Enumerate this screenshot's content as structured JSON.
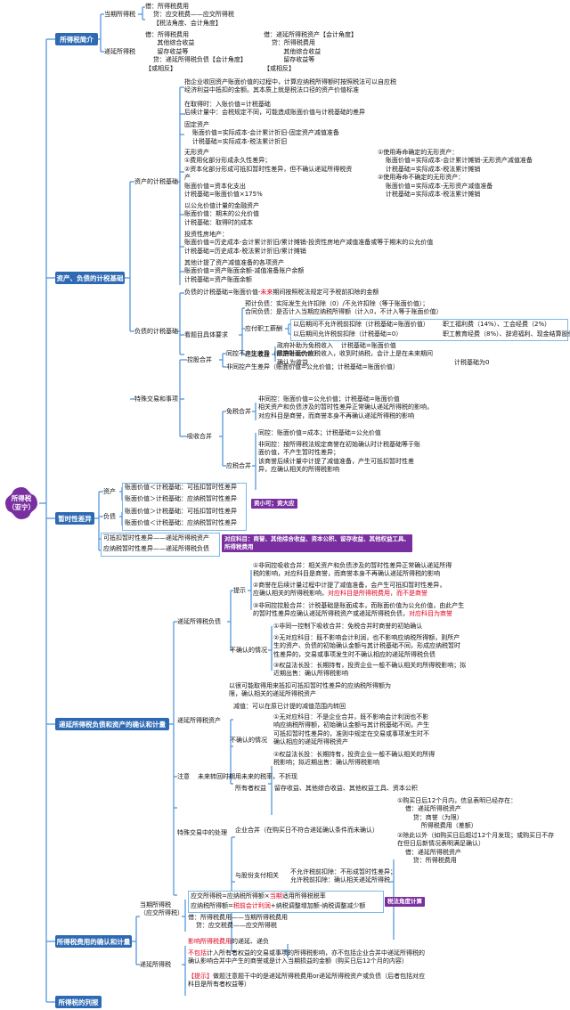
{
  "root": {
    "label": "所得税\n（亚宁）"
  },
  "branches": [
    "所得税简介",
    "资产、负债的计税基础",
    "暂时性差异",
    "递延所得税负债和资产的确认和计量",
    "所得税费用的确认和计量",
    "所得税的列报"
  ],
  "n": {
    "intro_cur": "当期所得税",
    "intro_cur_txt": "借：所得税费用\n    贷：应交税费——应交所得税\n    【税法角度、会计角度】",
    "intro_def": "递延所得税",
    "intro_def_l": "借：所得税费用\n      其他综合收益\n      留存收益等\n    贷：递延所得税负债【会计角度】\n【或相反】",
    "intro_def_r": "借：递延所得税资产【会计角度】\n    贷：所得税费用\n          其他综合收益\n          留存收益等\n【或相反】",
    "tb": "资产、负债的计税基础",
    "asset_tb": "资产的计税基础",
    "a1": "指企业收回资产账面价值的过程中，计算应纳税所得额时按照税法可以自应税\n经济利益中抵扣的金额。其本质上就是税法口径的资产价值标准",
    "a2": "在取得时：入账价值=计税基础\n后续计量中：会税规定不同，可能造成账面价值与计税基础的差异",
    "a3": "固定资产\n    账面价值=实际成本-会计累计折旧-固定资产减值准备\n    计税基础=实际成本-税法累计折旧",
    "a4": "无形资产\n①费用化部分形成永久性差异；\n②资本化部分形成可抵扣暂时性差异，但不确认递延所得税资\n产\n账面价值=资本化支出\n计税基础=账面价值×175%",
    "a4r": "①使用寿命确定的无形资产：\n    账面价值=实际成本-会计累计摊销-无形资产减值准备\n    计税基础=实际成本-税法累计摊销\n②使用寿命不确定的无形资产：\n    账面价值=实际成本-无形资产减值准备\n    计税基础=实际成本-税法累计摊销",
    "a5": "以公允价值计量的金融资产\n账面价值：期末的公允价值\n计税基础：取得时的成本",
    "a6": "投资性房地产：\n账面价值=历史成本-会计累计折旧/累计摊销-投资性房地产减值准备或等于期末的公允价值\n计税基础=历史成本-税法累计折旧/累计摊销",
    "a7": "其他计提了资产减值准备的各项资产\n账面价值=资产账面余额-减值准备账户余额\n计税基础=资产账面余额",
    "liab_tb": "负债的计税基础",
    "l1a": "负债的计税基础=账面价值-",
    "l1b": "未来",
    "l1c": "期间按照税法规定可予税前扣除的金额",
    "see": "看题目具体要求",
    "l2": "预计负债：实际发生允许扣除（0）/不允许扣除（等于账面价值）；\n合同负债：是否计入当期应纳税所得额（计入0，不计入等于账面价值）",
    "pay": "应付职工薪酬",
    "l3a": "以后期间不允许税前扣除（计税基础=账面价值）",
    "l3a2": "职工福利费（14%）、工会经费（2%）",
    "l3b": "以后期间允许税前扣除（计税基础=0）",
    "l3b2": "职工教育经费（8%）、辞退福利、现金结算股份支付",
    "defr": "递延收益",
    "l4": "政府补助为免税收入    计税基础=账面价值\n政府补助为应税收入，收到时纳税，会计上是在未来期间\n确认为收益",
    "l4r": "计税基础为0",
    "special": "特殊交易和事项",
    "ctrl": "控股合并",
    "c1": "同控不产生差异（都是账面价值）",
    "c2": "非同控产生差异（账面价值=公允价值；计税基础=账面价值）",
    "absorb": "吸收合并",
    "taxfree": "免税合并",
    "t1": "非同控：账面价值=公允价值；计税基础=账面价值\n相关资产和负债涉及的暂时性差异正常确认递延所得税的影响，\n对应科目是商誉，而商誉本身不再确认递延所得税的影响",
    "taxable": "应税合并",
    "t2": "同控：账面价值=成本；计税基础=公允价值",
    "t3": "非同控：按所得税法规定商誉在初始确认时计税基础等于账\n面价值，不产生暂时性差异；\n该商誉后续计量中计提了减值准备，产生可抵扣暂时性差\n异，应确认相关的所得税影响",
    "td": "暂时性差异",
    "asset": "资产",
    "liab": "负债",
    "d1": "账面价值＜计税基础：可抵扣暂时性差异",
    "d2": "账面价值＞计税基础：应纳税暂时性差异",
    "d3": "账面价值＞计税基础：可抵扣暂时性差异",
    "d4": "账面价值＜计税基础：应纳税暂时性差异",
    "tag1": "资小可；资大应",
    "d5": "可抵扣暂时性差异——递延所得税资产",
    "d6": "应纳税暂时性差异——递延所得税负债",
    "tag2": "对应科目：商誉、其他综合收益、资本公积、留存收益、其他权益工具、\n所得税费用",
    "dtl": "递延所得税负债",
    "hint": "提示",
    "h1": "①非同控吸收合并：相关资产和负债涉及的暂时性差异正常确认递延所得\n税的影响，对应科目是商誉，而商誉本身不再确认递延所得税的影响",
    "h2a": "②商誉在后续计量过程中计提了减值准备，会产生可抵扣暂时性差异，\n应确认相关的所得税影响，",
    "h2b": "对应科目是所得税费用，而不是商誉",
    "h3a": "③非同控控股合并：计税基础是账面成本，而账面价值为公允价值，由此产生\n的暂时性差异应确认递延所得税资产或递延所得税负债，",
    "h3b": "对应科目为商誉",
    "notrec": "不确认的情况",
    "n1": "①非同一控制下吸收合并：免税合并时商誉的初始确认",
    "n2": "②无对应科目：既不影响会计利润，也不影响应纳税所得额，则所产\n生的资产、负债的初始确认金额与其计税基础不同，形成应纳税暂时\n性差异的，交易或事项发生时不确认相应的递延所得税负债",
    "n3": "③权益法长投：长期持有，投资企业一般不确认相关的所得税影响；拟\n近期出售：确认所得税影响",
    "dta": "递延所得税资产",
    "dta1": "以很可能取得用来抵扣可抵扣暂时性差异的应纳税所得额为\n限，确认相关的递延所得税资产",
    "dta2": "减值：可以在原已计提的减值范围内转回",
    "m1": "①无对应科目：不是企业合并，既不影响会计利润也不影\n响应纳税所得额，初始确认金额与其计税基础不同，产生\n可抵扣暂时性差异的，准则中规定在交易或事项发生时不\n确认相应的递延所得税资产",
    "m2": "②权益法长投：长期持有，投资企业一般不确认相关的所得\n税影响；拟近期出售：确认所得税影响",
    "note": "注意",
    "note_t": "未来转回时期用未来的税率，不折现",
    "sp": "特殊交易中的处理",
    "sp1": "所有者权益    留存收益、其他综合收益、其他权益工具、资本公积",
    "bc": "企业合并（在购买日不符合递延确认条件而未确认）",
    "bc1": "①购买日后12个月内，信息表明已经存在：\n    借：递延所得税资产\n        贷：商誉（为限）\n            所得税费用（差额）",
    "bc2": "②除此以外（如购买日后超过12个月发现；或购买日不存\n在但日后新情况表明满足确认）\n    借：递延所得税资产\n        贷：所得税费用",
    "share": "与股份支付相关",
    "s1": "不允许税前扣除：不形成暂时性差异；\n允许税前扣除：确认相关递延所得税",
    "exp": "所得税费用的确认和计量",
    "e_cur": "当期所得税\n（应交所得税）",
    "e1a": "应交所得税=应纳税所得额×",
    "e1b": "当期",
    "e1c": "适用所得税税率",
    "e2a": "应纳税所得额=",
    "e2b": "税前会计利润",
    "e2c": "+纳税调整增加额-纳税调整减少额",
    "tag3": "税法角度计算",
    "e3": "借：所得税费用——当期所得税费用\n    贷：应交税费——应交所得税",
    "e_def": "递延所得税",
    "e4a": "影响所得税费用",
    "e4b": "的递延、递负",
    "e5a": "不包括",
    "e5b": "计入所有者权益的交易或事项的所得税影响，亦不包括企业合并中递延所得税的\n确认影响合并中产生的商誉或是计入当期损益的金额（购买日后12个月的内容）",
    "e6a": "【提示】",
    "e6b": "做题注意题干中的是递延所得税费用or递延所得税资产或负债（后者包括对应\n科目是所有者权益等）",
    "report": "所得税的列报"
  }
}
